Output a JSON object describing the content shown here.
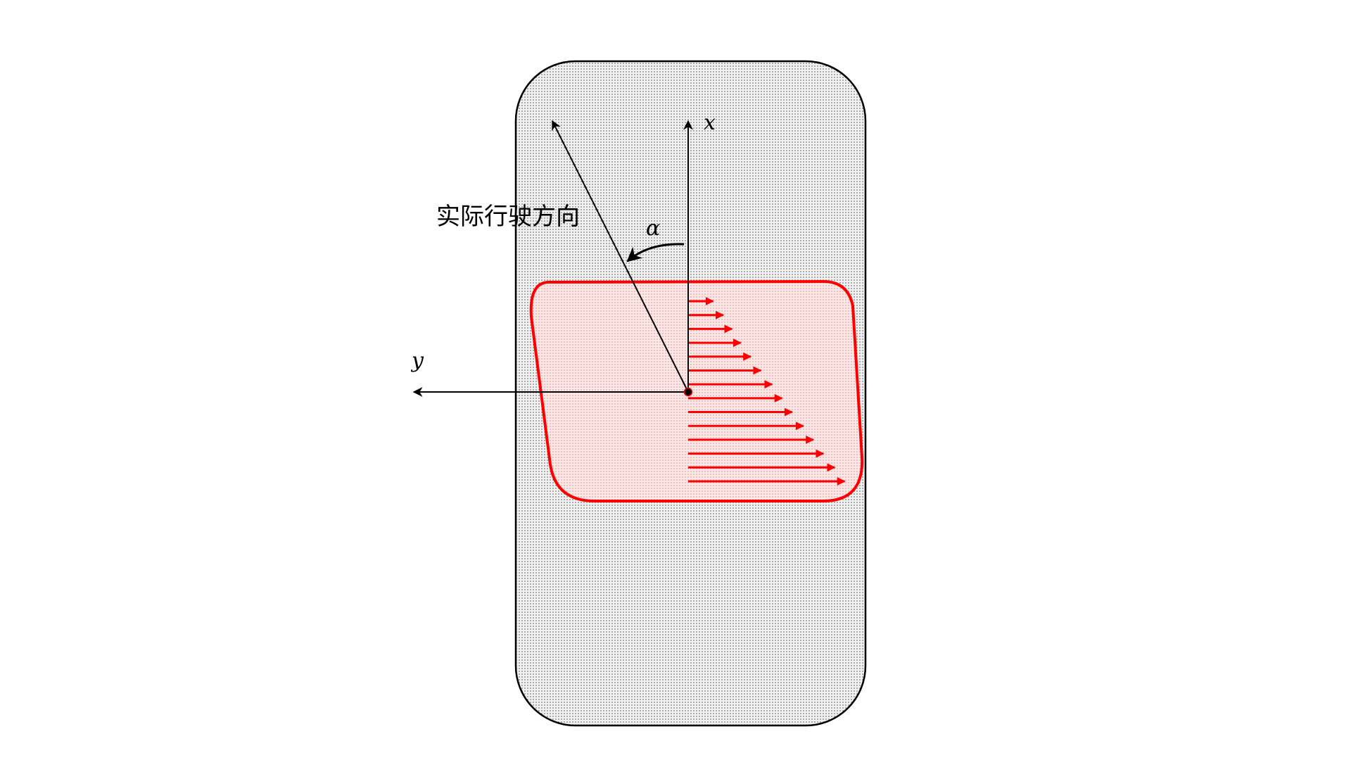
{
  "labels": {
    "x_axis": "x",
    "y_axis": "y",
    "angle": "α",
    "direction": "实际行驶方向"
  },
  "colors": {
    "body_outline": "#000000",
    "body_fill": "#e6e6e6",
    "contact_outline": "#ff0000",
    "contact_fill": "#fde3e3",
    "force_arrows": "#ff0000",
    "axes": "#000000"
  },
  "force_distribution": {
    "relative_magnitudes": [
      0.2,
      0.28,
      0.35,
      0.42,
      0.5,
      0.58,
      0.67,
      0.75,
      0.83,
      0.92,
      1.0,
      1.08,
      1.17,
      1.25
    ]
  }
}
